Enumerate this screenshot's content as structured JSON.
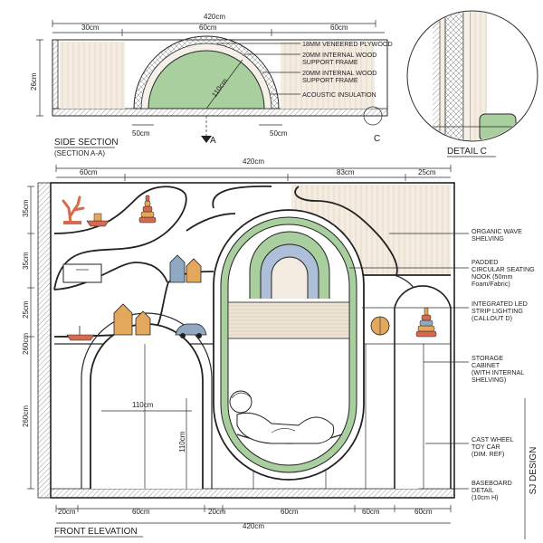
{
  "side_section": {
    "title": "SIDE SECTION",
    "subtitle": "(SECTION A-A)",
    "dim_total": "420cm",
    "dim_left": "30cm",
    "dim_mid": "60cm",
    "dim_right": "60cm",
    "dim_height": "26cm",
    "dim_radius": "110cm",
    "dim_bottom_left": "50cm",
    "dim_bottom_right": "50cm",
    "marker_a": "A",
    "marker_c": "C",
    "callouts": [
      "18MM VENEERED PLYWOOD",
      "20MM INTERNAL WOOD",
      "SUPPORT FRAME",
      "20MM INTERNAL WOOD",
      "SUPPORT FRAME",
      "ACOUSTIC INSULATION"
    ]
  },
  "detail": {
    "title": "DETAIL C"
  },
  "front_elevation": {
    "title": "FRONT ELEVATION",
    "top_total": "420cm",
    "top_left": "60cm",
    "top_mid": "83cm",
    "top_right": "25cm",
    "left_35a": "35cm",
    "left_35b": "35cm",
    "left_25": "25cm",
    "left_260a": "260cm",
    "left_260b": "260cm",
    "arch_width": "110cm",
    "arch_height": "110cm",
    "bottom_dims": [
      "20cm",
      "60cm",
      "20cm",
      "60cm",
      "60cm",
      "60cm"
    ],
    "bottom_total": "420cm",
    "callouts": [
      "ORGANIC WAVE",
      "SHELVING",
      "PADDED",
      "CIRCULAR SEATING",
      "NOOK (50mm",
      "Foam/Fabric)",
      "INTEGRATED LED",
      "STRIP LIGHTING",
      "(CALLOUT D)",
      "STORAGE",
      "CABINET",
      "(WITH INTERNAL",
      "SHELVING)",
      "CAST WHEEL",
      "TOY CAR",
      "(DIM. REF)",
      "BASEBOARD",
      "DETAIL",
      "(10cm H)"
    ]
  },
  "brand": "SJ DESIGN",
  "colors": {
    "nook_green": "#a9cf9e",
    "nook_blue": "#aebfd9",
    "wood": "#e8d6b8",
    "toy_red": "#d9694c",
    "toy_orange": "#e4a85c",
    "toy_blue": "#8fa9c2"
  }
}
